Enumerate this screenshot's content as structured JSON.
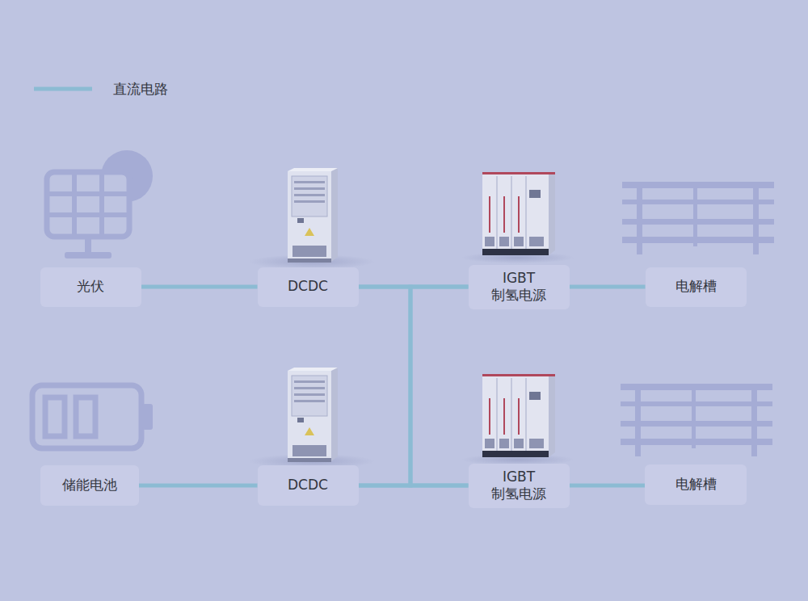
{
  "diagram": {
    "nodes": [
      {
        "text": [
          "光伏"
        ]
      },
      {
        "text": [
          "DCDC"
        ]
      },
      {
        "text": [
          "IGBT 制氢电源"
        ]
      },
      {
        "text": [
          "电解槽"
        ]
      },
      {
        "text": [
          "储能电池"
        ]
      },
      {
        "text": [
          "DCDC"
        ]
      },
      {
        "text": [
          "IGBT 制氢电源"
        ]
      },
      {
        "text": [
          "电解槽"
        ]
      }
    ],
    "edges": [
      {
        "from": 0,
        "to": 1,
        "arrow": "none"
      },
      {
        "from": 1,
        "to": 2,
        "arrow": "none"
      },
      {
        "from": 1,
        "to": 6,
        "arrow": "none"
      },
      {
        "from": 2,
        "to": 3,
        "arrow": "none"
      },
      {
        "from": 4,
        "to": 5,
        "arrow": "none"
      },
      {
        "from": 5,
        "to": 2,
        "arrow": "none"
      },
      {
        "from": 5,
        "to": 6,
        "arrow": "none"
      },
      {
        "from": 6,
        "to": 7,
        "arrow": "none"
      }
    ],
    "legend": [
      {
        "text": "直流电路"
      }
    ]
  }
}
